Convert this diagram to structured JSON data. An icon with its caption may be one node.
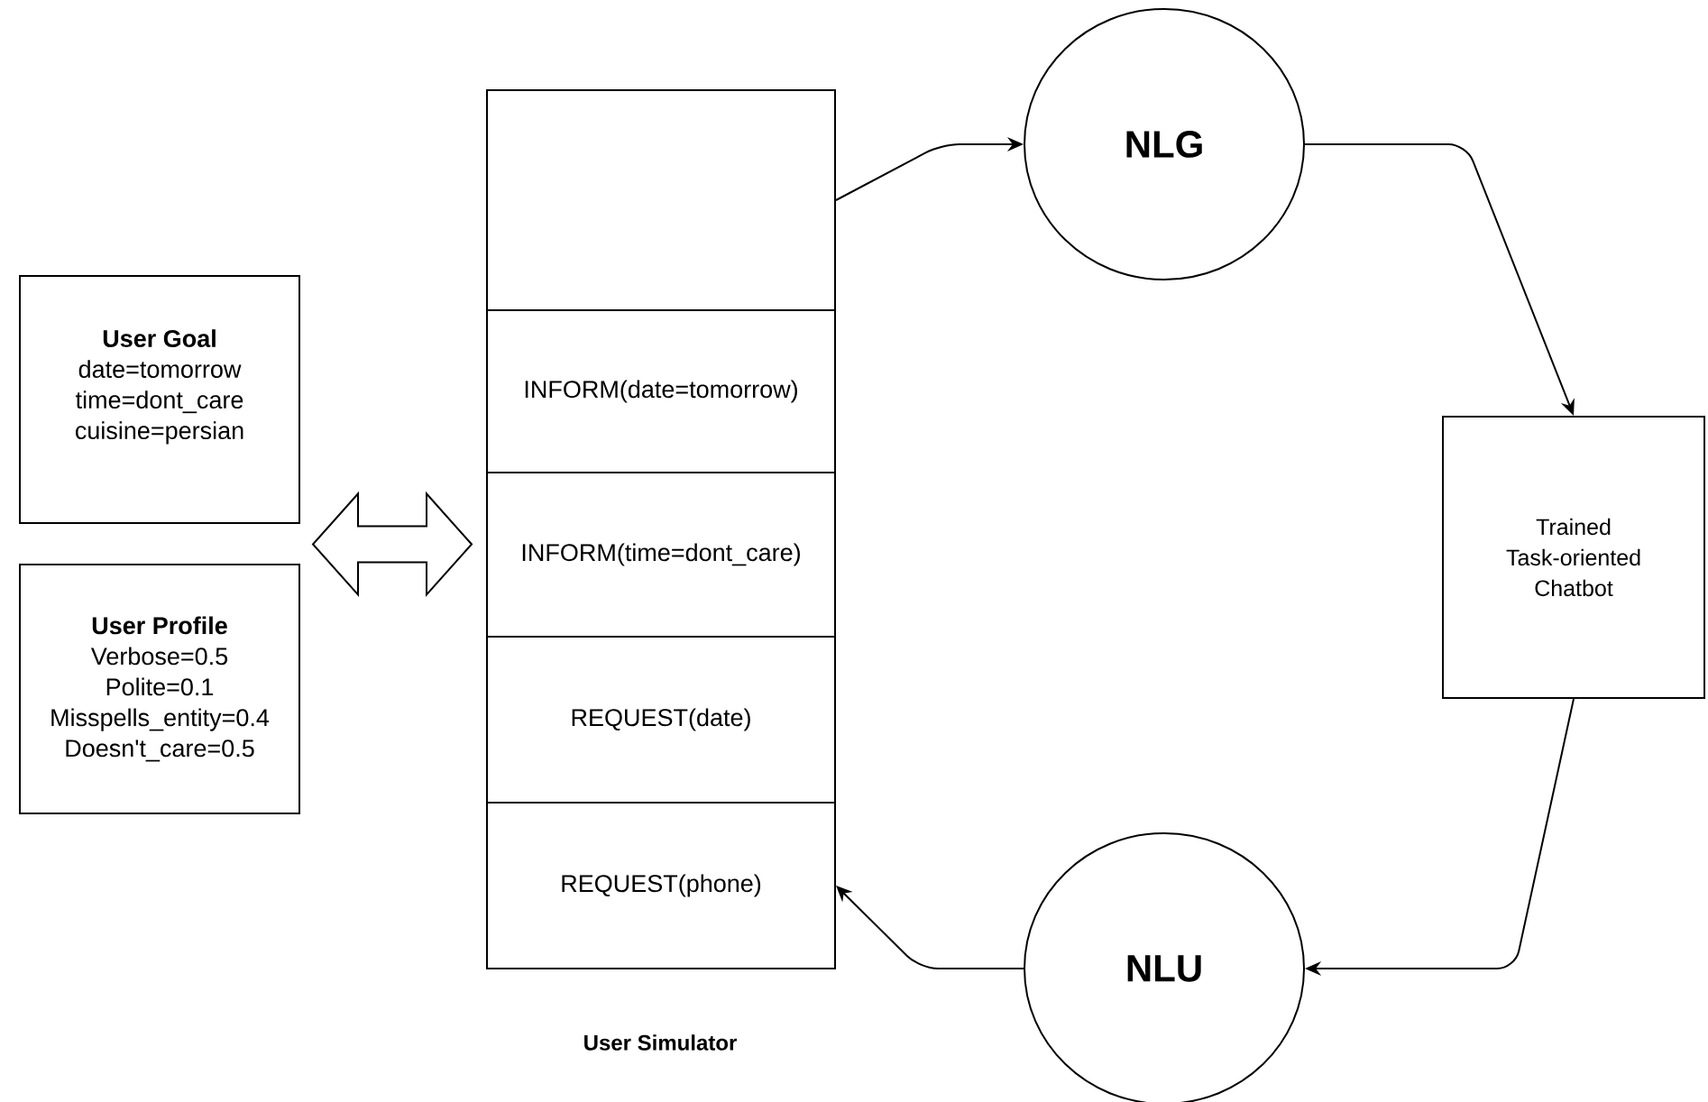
{
  "diagram": {
    "nodes": [
      {
        "text": [
          "User Goal",
          "date=tomorrow",
          "time=dont_care",
          "cuisine=persian"
        ]
      },
      {
        "text": [
          "User Profile",
          "Verbose=0.5",
          "Polite=0.1",
          "Misspells_entity=0.4",
          "Doesn't_care=0.5"
        ]
      },
      {
        "text": [],
        "shape": "box"
      },
      {
        "text": [
          "INFORM(date=tomorrow)"
        ]
      },
      {
        "text": [
          "INFORM(time=dont_care)"
        ]
      },
      {
        "text": [
          "REQUEST(date)"
        ]
      },
      {
        "text": [
          "REQUEST(phone)"
        ]
      },
      {
        "text": [
          "NLG"
        ]
      },
      {
        "text": [
          "Trained Task-oriented Chatbot"
        ]
      },
      {
        "text": [
          "NLU"
        ]
      }
    ],
    "edges": [
      {
        "from": 0,
        "to": 4,
        "arrow": "both"
      },
      {
        "from": 1,
        "to": 4,
        "arrow": "both"
      },
      {
        "from": 2,
        "to": 7,
        "arrow": "to"
      },
      {
        "from": 7,
        "to": 8,
        "arrow": "to"
      },
      {
        "from": 8,
        "to": 9,
        "arrow": "to"
      },
      {
        "from": 9,
        "to": 6,
        "arrow": "to"
      }
    ],
    "labels": [
      "User Simulator"
    ]
  }
}
